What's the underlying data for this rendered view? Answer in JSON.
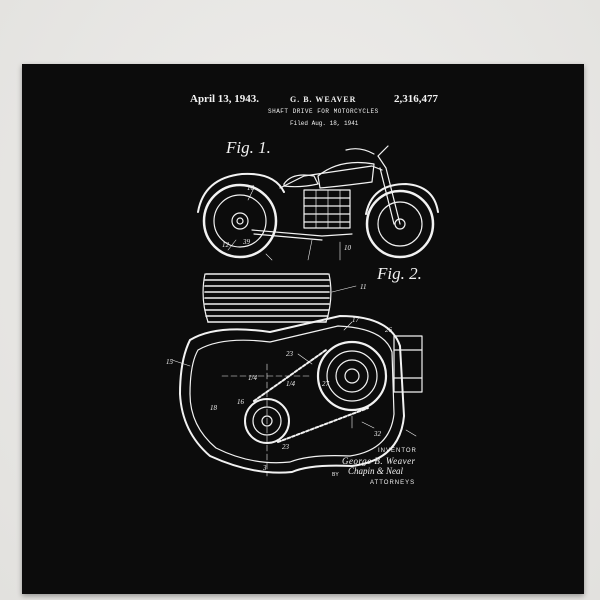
{
  "patent": {
    "date": "April 13, 1943.",
    "inventor_header": "G. B. WEAVER",
    "number": "2,316,477",
    "title": "SHAFT DRIVE FOR MOTORCYCLES",
    "filed": "Filed Aug. 18, 1941",
    "fig1_label": "Fig. 1.",
    "fig2_label": "Fig. 2.",
    "inventor_label": "INVENTOR",
    "inventor_signature": "George B. Weaver",
    "by_label": "BY",
    "attorney_signature": "Chapin & Neal",
    "attorneys_label": "ATTORNEYS"
  },
  "colors": {
    "wall": "#e9e8e6",
    "fabric": "#0c0c0c",
    "ink": "#f2f2f2"
  }
}
